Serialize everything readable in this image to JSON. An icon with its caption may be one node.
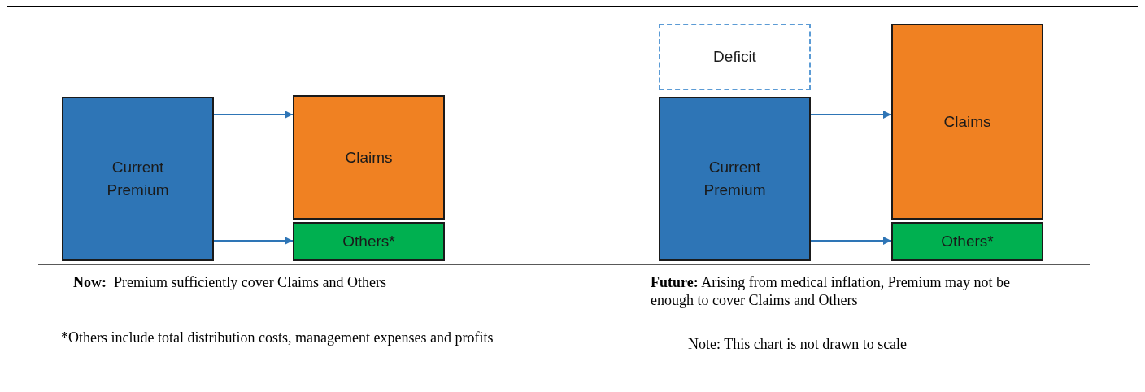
{
  "diagram": {
    "nodes": [
      {
        "text": [
          "Current Premium"
        ]
      },
      {
        "text": [
          "Claims"
        ]
      },
      {
        "text": [
          "Others*"
        ]
      },
      {
        "text": [
          "Deficit"
        ]
      },
      {
        "text": [
          "Current Premium"
        ]
      },
      {
        "text": [
          "Claims"
        ]
      },
      {
        "text": [
          "Others*"
        ]
      }
    ],
    "edges": [
      {
        "from": 0,
        "to": 1,
        "arrow": "to"
      },
      {
        "from": 0,
        "to": 2,
        "arrow": "to"
      },
      {
        "from": 4,
        "to": 5,
        "arrow": "to"
      },
      {
        "from": 4,
        "to": 6,
        "arrow": "to"
      }
    ],
    "labels": [
      "**Now:**  Premium sufficiently cover Claims and Others",
      "**Future:** Arising from medical inflation, Premium may not be enough to cover Claims and Others",
      "*Others include total distribution costs, management expenses and profits",
      "Note: This chart is not drawn to scale"
    ]
  }
}
